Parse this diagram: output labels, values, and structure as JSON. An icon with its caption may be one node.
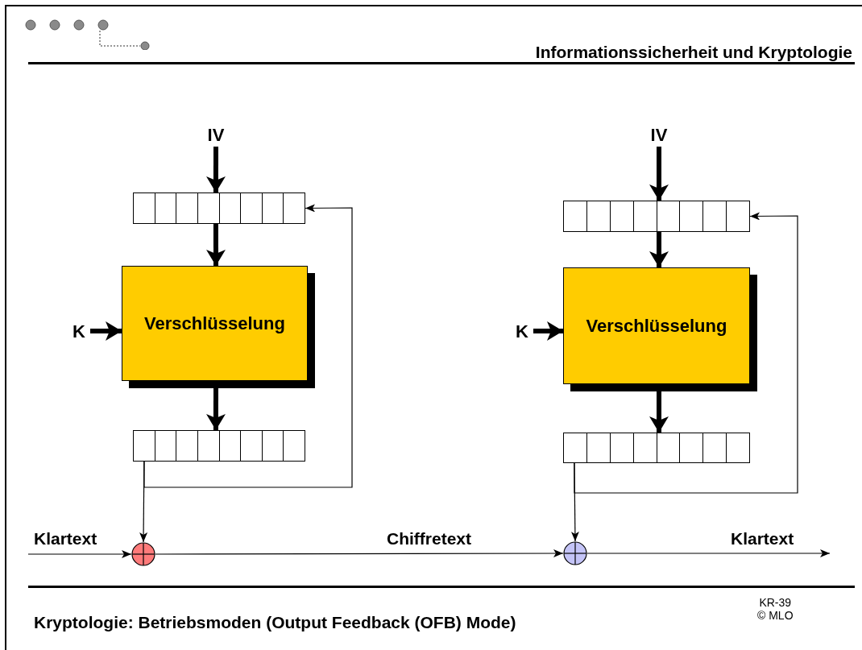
{
  "diagram": {
    "title": "Informationssicherheit und Kryptologie",
    "caption": "Kryptologie: Betriebsmoden (Output Feedback (OFB) Mode)",
    "nodes": [
      {
        "text": [
          "IV"
        ]
      },
      {
        "text": [],
        "shape": "box"
      },
      {
        "text": [
          "Verschlüsselung"
        ]
      },
      {
        "text": [
          "K"
        ]
      },
      {
        "text": [],
        "shape": "box"
      },
      {
        "text": [],
        "shape": "circle"
      },
      {
        "text": [
          "IV"
        ]
      },
      {
        "text": [],
        "shape": "box"
      },
      {
        "text": [
          "Verschlüsselung"
        ]
      },
      {
        "text": [
          "K"
        ]
      },
      {
        "text": [],
        "shape": "box"
      },
      {
        "text": [],
        "shape": "circle"
      }
    ],
    "edges": [
      {
        "from": 0,
        "to": 1,
        "arrow": "to"
      },
      {
        "from": 1,
        "to": 2,
        "arrow": "to"
      },
      {
        "from": 3,
        "to": 2,
        "arrow": "to"
      },
      {
        "from": 2,
        "to": 4,
        "arrow": "to"
      },
      {
        "from": 4,
        "to": 1,
        "arrow": "to"
      },
      {
        "from": 4,
        "to": 5,
        "arrow": "to"
      },
      {
        "from": null,
        "to": 5,
        "arrow": "to",
        "label": "Klartext"
      },
      {
        "from": 5,
        "to": 11,
        "arrow": "to",
        "label": "Chiffretext"
      },
      {
        "from": 6,
        "to": 7,
        "arrow": "to"
      },
      {
        "from": 7,
        "to": 8,
        "arrow": "to"
      },
      {
        "from": 9,
        "to": 8,
        "arrow": "to"
      },
      {
        "from": 8,
        "to": 10,
        "arrow": "to"
      },
      {
        "from": 10,
        "to": 7,
        "arrow": "to"
      },
      {
        "from": 10,
        "to": 11,
        "arrow": "to"
      },
      {
        "from": 11,
        "to": null,
        "arrow": "to",
        "label": "Klartext"
      }
    ],
    "labels": [
      "KR-39",
      "© MLO"
    ]
  }
}
